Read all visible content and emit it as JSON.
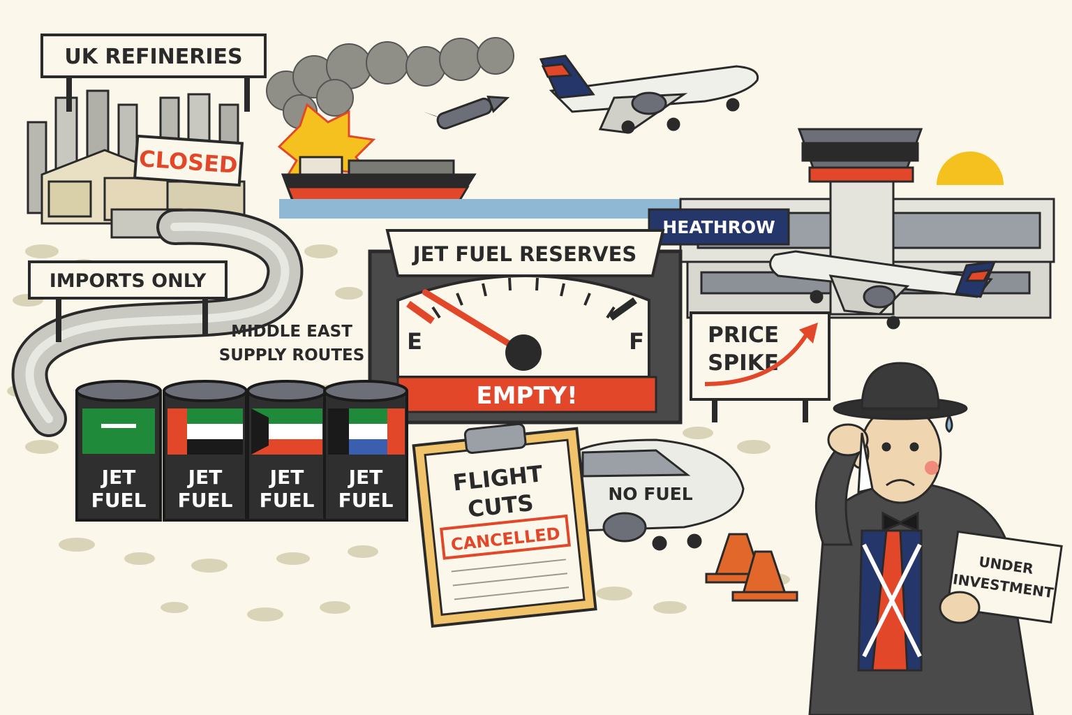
{
  "labels": {
    "uk_refineries": "UK REFINERIES",
    "closed": "CLOSED",
    "imports_only": "IMPORTS ONLY",
    "middle_east_line1": "MIDDLE EAST",
    "middle_east_line2": "SUPPLY ROUTES",
    "jet_fuel_reserves": "JET FUEL RESERVES",
    "gauge_empty_mark": "E",
    "gauge_full_mark": "F",
    "empty_banner": "EMPTY!",
    "heathrow": "HEATHROW",
    "price_line1": "PRICE",
    "price_line2": "SPIKE",
    "flight_line1": "FLIGHT",
    "flight_line2": "CUTS",
    "cancelled": "CANCELLED",
    "no_fuel": "NO FUEL",
    "under_line1": "UNDER",
    "under_line2": "INVESTMENT"
  },
  "barrels": [
    {
      "line1": "JET",
      "line2": "FUEL",
      "flag": "saudi-arabia"
    },
    {
      "line1": "JET",
      "line2": "FUEL",
      "flag": "uae"
    },
    {
      "line1": "JET",
      "line2": "FUEL",
      "flag": "kuwait"
    },
    {
      "line1": "JET",
      "line2": "FUEL",
      "flag": "tricolour-stripes"
    }
  ],
  "gauge": {
    "level_fraction": 0.05
  },
  "colors": {
    "accent_red": "#e2472a",
    "navy": "#25366b",
    "cream": "#fbf7ea",
    "dark": "#2a2a2a",
    "sun": "#f4c11f",
    "sea": "#8fb8d4"
  }
}
